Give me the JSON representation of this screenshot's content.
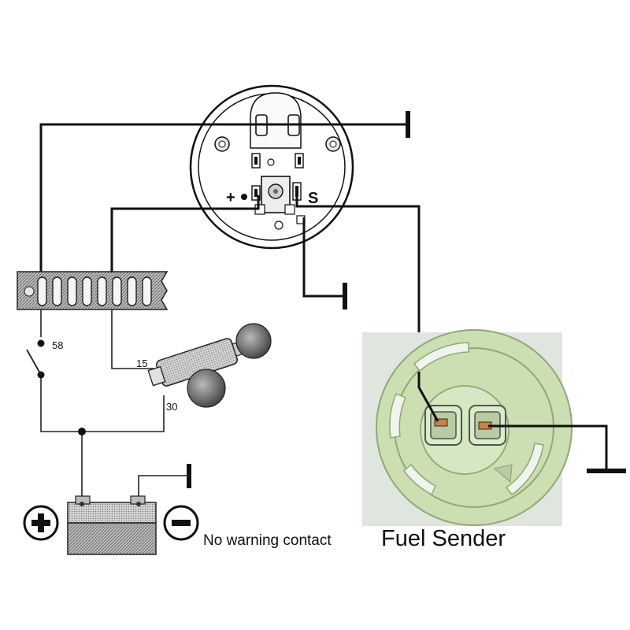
{
  "diagram": {
    "gauge": {
      "plus_label": "+",
      "s_label": "S"
    },
    "switch": {
      "terminal_58": "58",
      "terminal_15": "15",
      "terminal_30": "30"
    },
    "battery": {
      "positive_symbol": "+",
      "negative_symbol": "−"
    },
    "note": "No warning contact",
    "sender_title": "Fuel Sender"
  },
  "colors": {
    "wire": "#111111",
    "sender_panel": "#e1e5e0",
    "sender_body": "#cbdfb3",
    "sender_edge": "#8fa878",
    "terminal_brass": "#c6824a"
  }
}
